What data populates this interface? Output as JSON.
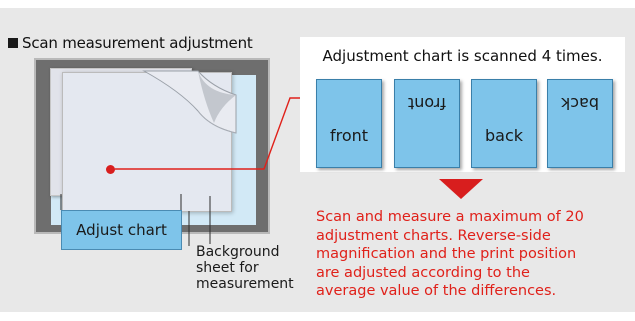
{
  "title": "Scan measurement adjustment",
  "chart_box": {
    "heading": "Adjustment chart is scanned 4 times.",
    "cards": [
      {
        "label": "front",
        "flipped": false
      },
      {
        "label": "front",
        "flipped": true
      },
      {
        "label": "back",
        "flipped": false
      },
      {
        "label": "back",
        "flipped": true
      }
    ]
  },
  "labels": {
    "adjust_chart": "Adjust chart",
    "background_sheet": [
      "Background",
      "sheet for",
      "measurement"
    ]
  },
  "result_text": [
    "Scan and measure a maximum of 20",
    "adjustment charts. Reverse-side",
    "magnification and the print position",
    "are adjusted according to the",
    "average value of the differences."
  ],
  "colors": {
    "panel": "#e8e8e8",
    "card_fill": "#7ec4ea",
    "accent_red": "#d81e1e",
    "scanner_frame": "#6e6e6e",
    "glass": "#d2e9f6"
  }
}
